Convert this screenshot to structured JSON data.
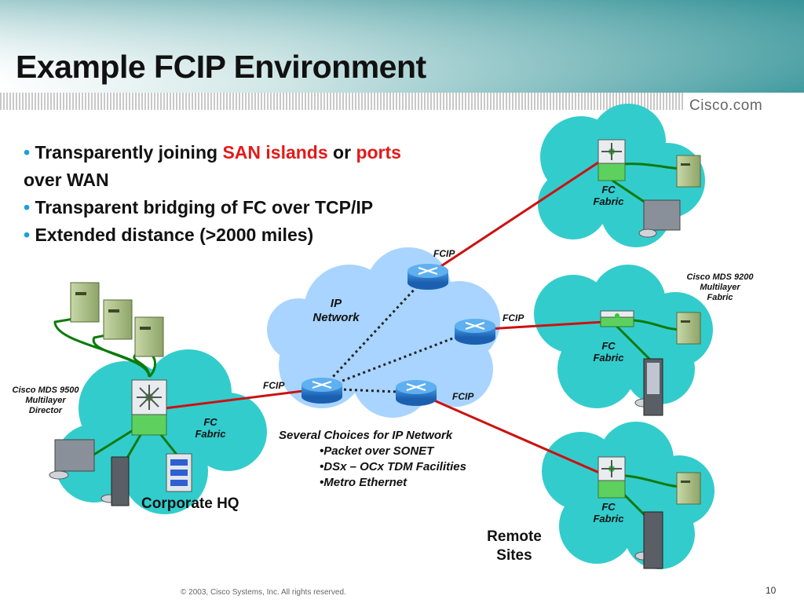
{
  "slide": {
    "title": "Example FCIP Environment",
    "brand": "Cisco.com",
    "footer": "© 2003, Cisco Systems, Inc. All rights reserved.",
    "page_number": "10"
  },
  "bullets": {
    "b1_prefix": "Transparently joining ",
    "b1_hl1": "SAN islands",
    "b1_mid": " or ",
    "b1_hl2": "ports",
    "b1_suffix": "over WAN",
    "b2": "Transparent bridging of FC over TCP/IP",
    "b3": "Extended distance (>2000 miles)",
    "bullet_char": "•"
  },
  "diagram": {
    "ip_network_label": "IP\nNetwork",
    "fc_fabric_label": "FC\nFabric",
    "fcip_label": "FCIP",
    "mds9500_label": "Cisco MDS 9500\nMultilayer\nDirector",
    "mds9200_label": "Cisco MDS 9200\nMultilayer\nFabric",
    "corporate_hq": "Corporate HQ",
    "remote_sites": "Remote\nSites",
    "choices_title": "Several Choices for IP Network",
    "choices": [
      "•Packet over SONET",
      "•DSx – OCx TDM Facilities",
      "•Metro Ethernet"
    ]
  },
  "colors": {
    "header_teal": "#3f9a9e",
    "cloud_teal": "#33cccc",
    "ip_cloud": "#a8d4ff",
    "wan_link_red": "#cc1111",
    "fc_link_green": "#0c7a0c",
    "switch_green": "#5ed05e",
    "bullet_blue": "#1aa0d8",
    "highlight_red": "#e21a1a"
  }
}
